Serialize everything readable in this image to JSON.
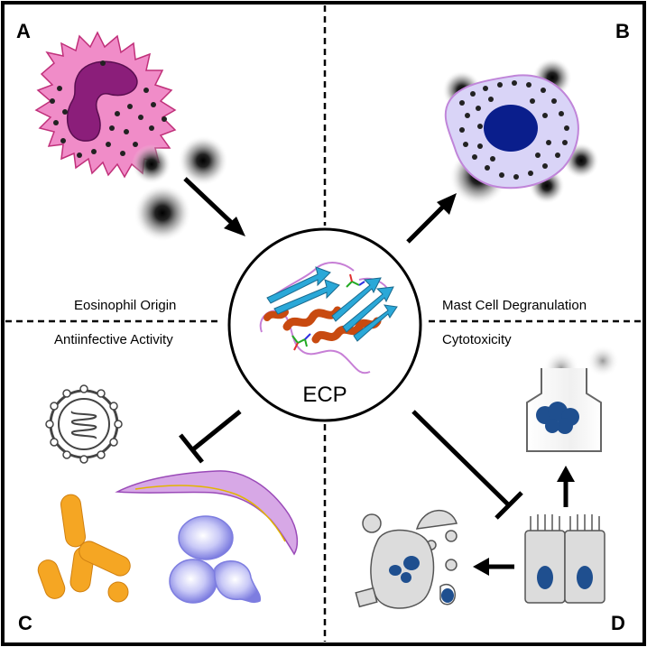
{
  "panels": {
    "a": {
      "letter": "A",
      "caption": "Eosinophil Origin"
    },
    "b": {
      "letter": "B",
      "caption": "Mast Cell Degranulation"
    },
    "c": {
      "letter": "C",
      "caption": "Antiinfective Activity"
    },
    "d": {
      "letter": "D",
      "caption": "Cytotoxicity"
    }
  },
  "center": {
    "label": "ECP"
  },
  "colors": {
    "eosinophil_body": "#f08cc8",
    "eosinophil_nucleus": "#8b1e7a",
    "mast_cell_body": "#d9d4f7",
    "mast_cell_nucleus": "#0a1e8c",
    "bacteria": "#f5a623",
    "parasite": "#d7a8e6",
    "yeast": "#a9a9f0",
    "epithelial_nucleus": "#1f4f8f",
    "protein_helix": "#c84a10",
    "protein_sheet": "#2aa8d8"
  },
  "icons": [
    "eosinophil-icon",
    "granule-icon",
    "mast-cell-icon",
    "protein-structure-icon",
    "virus-icon",
    "bacteria-icon",
    "parasite-icon",
    "yeast-icon",
    "dying-cell-icon",
    "epithelial-cells-icon",
    "damaged-cell-icon"
  ]
}
